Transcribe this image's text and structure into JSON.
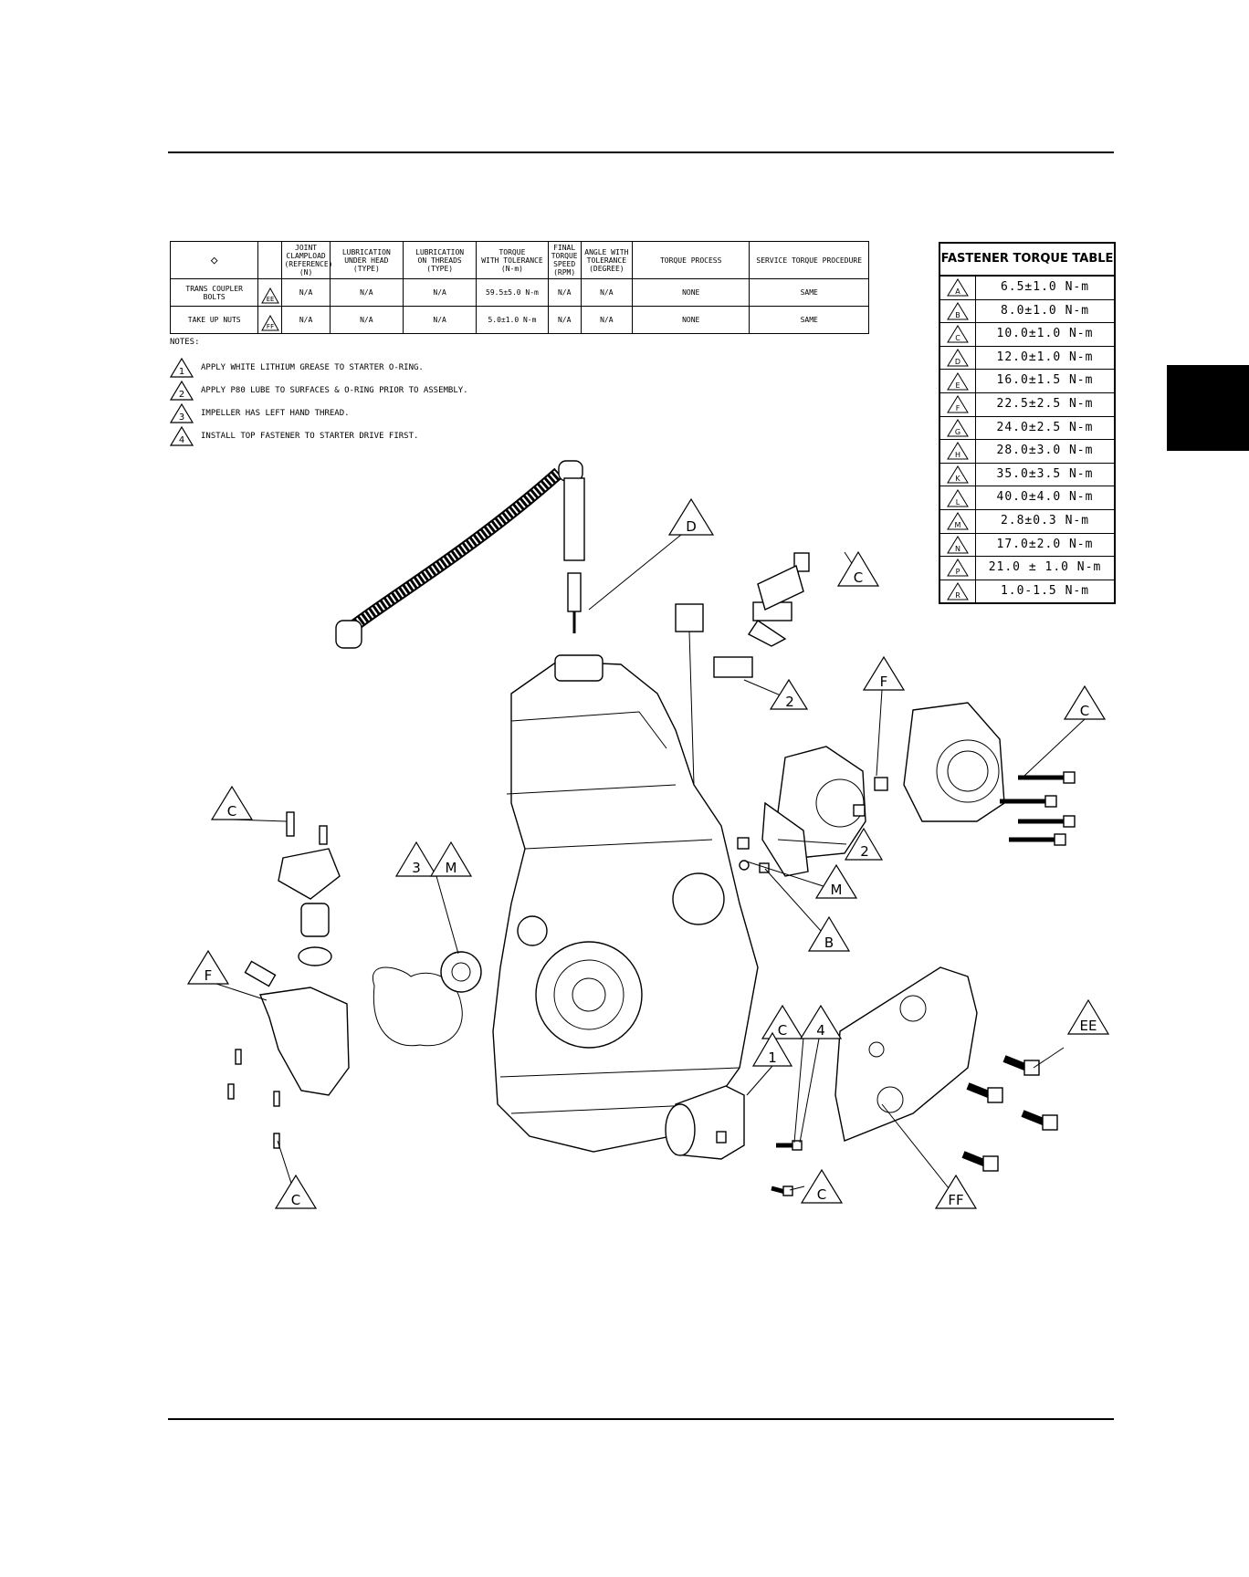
{
  "spec_table": {
    "headers": [
      "◇",
      "",
      "JOINT\nCLAMPLOAD\n(REFERENCE)\n(N)",
      "LUBRICATION\nUNDER HEAD\n(TYPE)",
      "LUBRICATION\nON THREADS\n(TYPE)",
      "TORQUE\nWITH TOLERANCE\n(N-m)",
      "FINAL\nTORQUE\nSPEED\n(RPM)",
      "ANGLE WITH\nTOLERANCE\n(DEGREE)",
      "TORQUE PROCESS",
      "SERVICE TORQUE PROCEDURE"
    ],
    "rows": [
      {
        "name": "TRANS COUPLER\nBOLTS",
        "symbol": "EE",
        "clampload": "N/A",
        "lube_head": "N/A",
        "lube_threads": "N/A",
        "torque": "59.5±5.0 N-m",
        "speed": "N/A",
        "angle": "N/A",
        "process": "NONE",
        "service": "SAME"
      },
      {
        "name": "TAKE UP NUTS",
        "symbol": "FF",
        "clampload": "N/A",
        "lube_head": "N/A",
        "lube_threads": "N/A",
        "torque": "5.0±1.0 N-m",
        "speed": "N/A",
        "angle": "N/A",
        "process": "NONE",
        "service": "SAME"
      }
    ]
  },
  "notes": {
    "title": "NOTES:",
    "items": [
      {
        "num": "1",
        "text": "APPLY WHITE LITHIUM GREASE TO STARTER O-RING."
      },
      {
        "num": "2",
        "text": "APPLY P80 LUBE TO SURFACES & O-RING PRIOR TO ASSEMBLY."
      },
      {
        "num": "3",
        "text": "IMPELLER HAS LEFT HAND THREAD."
      },
      {
        "num": "4",
        "text": "INSTALL TOP FASTENER TO STARTER DRIVE FIRST."
      }
    ]
  },
  "fastener_table": {
    "title": "FASTENER TORQUE TABLE",
    "rows": [
      {
        "letter": "A",
        "value": "6.5±1.0 N-m"
      },
      {
        "letter": "B",
        "value": "8.0±1.0 N-m"
      },
      {
        "letter": "C",
        "value": "10.0±1.0 N-m"
      },
      {
        "letter": "D",
        "value": "12.0±1.0 N-m"
      },
      {
        "letter": "E",
        "value": "16.0±1.5 N-m"
      },
      {
        "letter": "F",
        "value": "22.5±2.5 N-m"
      },
      {
        "letter": "G",
        "value": "24.0±2.5 N-m"
      },
      {
        "letter": "H",
        "value": "28.0±3.0 N-m"
      },
      {
        "letter": "K",
        "value": "35.0±3.5 N-m"
      },
      {
        "letter": "L",
        "value": "40.0±4.0 N-m"
      },
      {
        "letter": "M",
        "value": "2.8±0.3 N-m"
      },
      {
        "letter": "N",
        "value": "17.0±2.0 N-m"
      },
      {
        "letter": "P",
        "value": "21.0 ± 1.0 N-m"
      },
      {
        "letter": "R",
        "value": "1.0-1.5 N-m"
      }
    ]
  },
  "callouts": {
    "d_plug": "D",
    "c_top": "C",
    "two_injector": "2",
    "f_throttle": "F",
    "c_throttle": "C",
    "two_throttle": "2",
    "m_throttle": "M",
    "b_throttle": "B",
    "c_left": "C",
    "three_impeller": "3",
    "m_impeller": "M",
    "f_sensor": "F",
    "c_bottom_left": "C",
    "c_starter": "C",
    "four_starter": "4",
    "one_starter": "1",
    "ee_cover": "EE",
    "c_starter_bottom": "C",
    "ff_cover": "FF"
  }
}
